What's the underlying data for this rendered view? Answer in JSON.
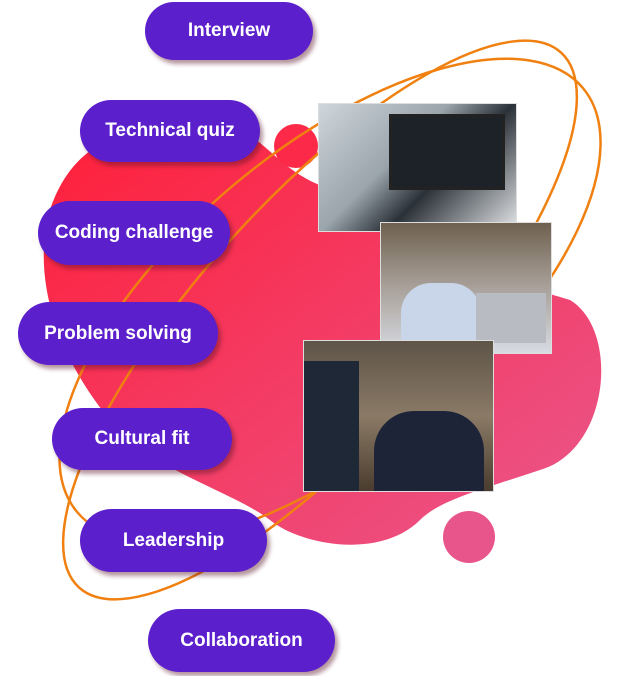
{
  "pills": [
    {
      "label": "Interview"
    },
    {
      "label": "Technical quiz"
    },
    {
      "label": "Coding challenge"
    },
    {
      "label": "Problem solving"
    },
    {
      "label": "Cultural fit"
    },
    {
      "label": "Leadership"
    },
    {
      "label": "Collaboration"
    }
  ],
  "colors": {
    "pill": "#5b1fcc",
    "blob_start": "#ff1e38",
    "blob_end": "#e9578c",
    "orbit": "#f08010"
  }
}
